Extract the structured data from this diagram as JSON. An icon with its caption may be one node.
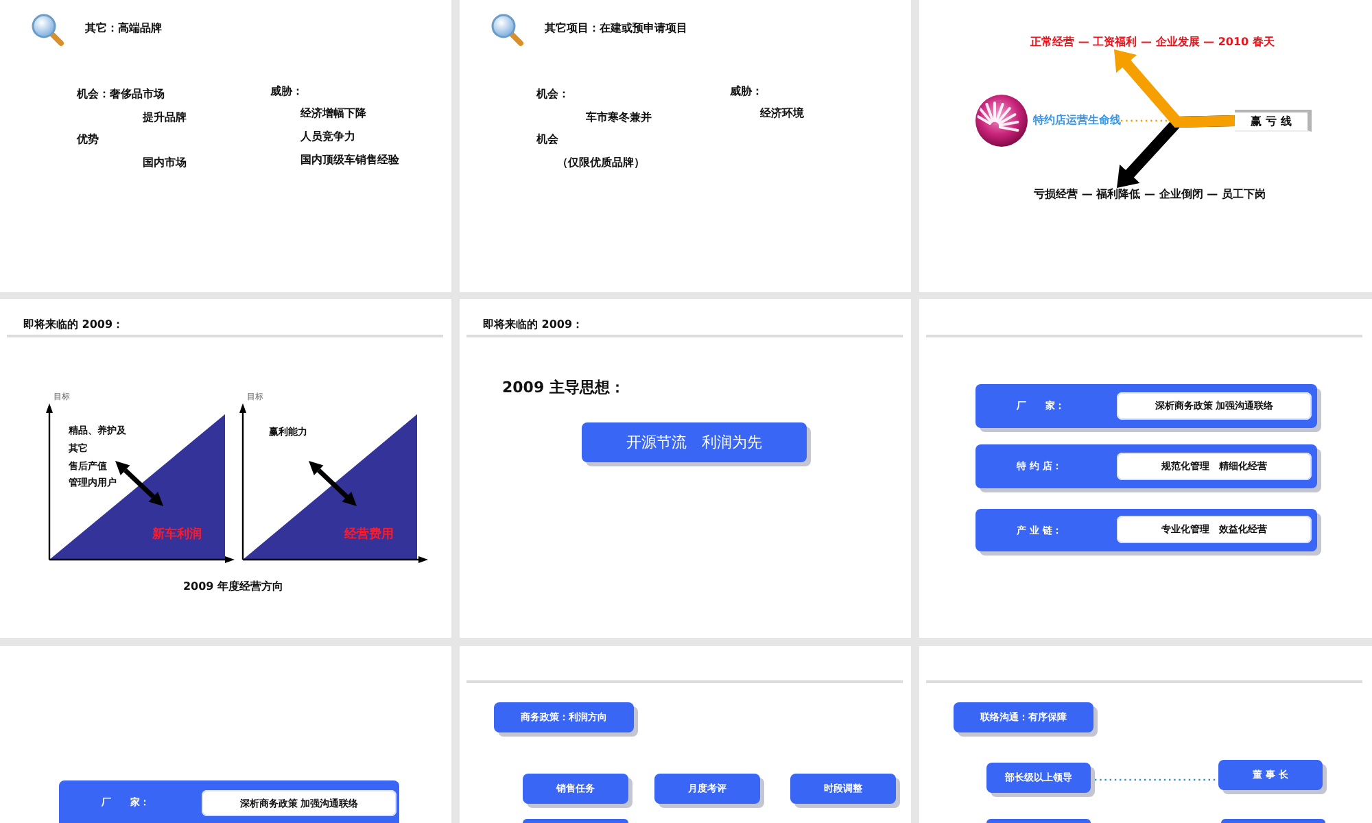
{
  "diagram": {
    "nodes": [
      {
        "text": [
          "正常经营 — 工资福利 — 企业发展 — 2010 春天"
        ]
      },
      {
        "text": [
          "特约店运营生命线"
        ]
      },
      {
        "text": [
          "赢 亏 线"
        ]
      },
      {
        "text": [
          "亏损经营 — 福利降低 — 企业倒闭 — 员工下岗"
        ]
      },
      {
        "text": [
          "新车利润"
        ]
      },
      {
        "text": [
          "经营费用"
        ]
      },
      {
        "text": [
          "开源节流　利润为先"
        ]
      },
      {
        "text": [
          "厂　　家："
        ]
      },
      {
        "text": [
          "深析商务政策 加强沟通联络"
        ],
        "in": 7
      },
      {
        "text": [
          "特 约 店："
        ]
      },
      {
        "text": [
          "规范化管理　精细化经营"
        ],
        "in": 9
      },
      {
        "text": [
          "产 业 链："
        ]
      },
      {
        "text": [
          "专业化管理　效益化经营"
        ],
        "in": 11
      },
      {
        "text": [
          "厂　　家："
        ]
      },
      {
        "text": [
          "深析商务政策 加强沟通联络"
        ],
        "in": 13
      },
      {
        "text": [
          "商务政策：利润方向"
        ]
      },
      {
        "text": [
          "销售任务"
        ]
      },
      {
        "text": [
          "月度考评"
        ]
      },
      {
        "text": [
          "时段调整"
        ]
      },
      {
        "text": [],
        "shape": "box"
      },
      {
        "text": [
          "联络沟通：有序保障"
        ]
      },
      {
        "text": [
          "部长级以上领导"
        ]
      },
      {
        "text": [
          "董 事 长"
        ]
      },
      {
        "text": [],
        "shape": "box"
      },
      {
        "text": [],
        "shape": "box"
      }
    ],
    "edges": [
      {
        "from": 1,
        "to": 2,
        "arrow": "none",
        "style": "dashed",
        "color": "#f5a000"
      },
      {
        "from": 2,
        "to": 0,
        "arrow": "to",
        "style": "thick",
        "color": "#f5a000"
      },
      {
        "from": 2,
        "to": 3,
        "arrow": "to",
        "style": "thick",
        "color": "#000000"
      },
      {
        "from": 21,
        "to": 22,
        "arrow": "none",
        "style": "dashed",
        "color": "#3a8fc0"
      }
    ],
    "labels": [
      "其它：高端品牌",
      "机会：奢侈品市场",
      "提升品牌",
      "优势",
      "国内市场",
      "威胁：",
      "经济增幅下降",
      "人员竞争力",
      "国内顶级车销售经验",
      "其它项目：在建或预申请项目",
      "机会：",
      "车市寒冬兼并",
      "机会",
      "（仅限优质品牌）",
      "威胁：",
      "经济环境",
      "即将来临的 2009：",
      "目标",
      "精品、养护及其它",
      "售后产值",
      "管理内用户",
      "目标",
      "赢利能力",
      "2009 年度经营方向",
      "即将来临的 2009：",
      "2009 主导思想："
    ]
  }
}
